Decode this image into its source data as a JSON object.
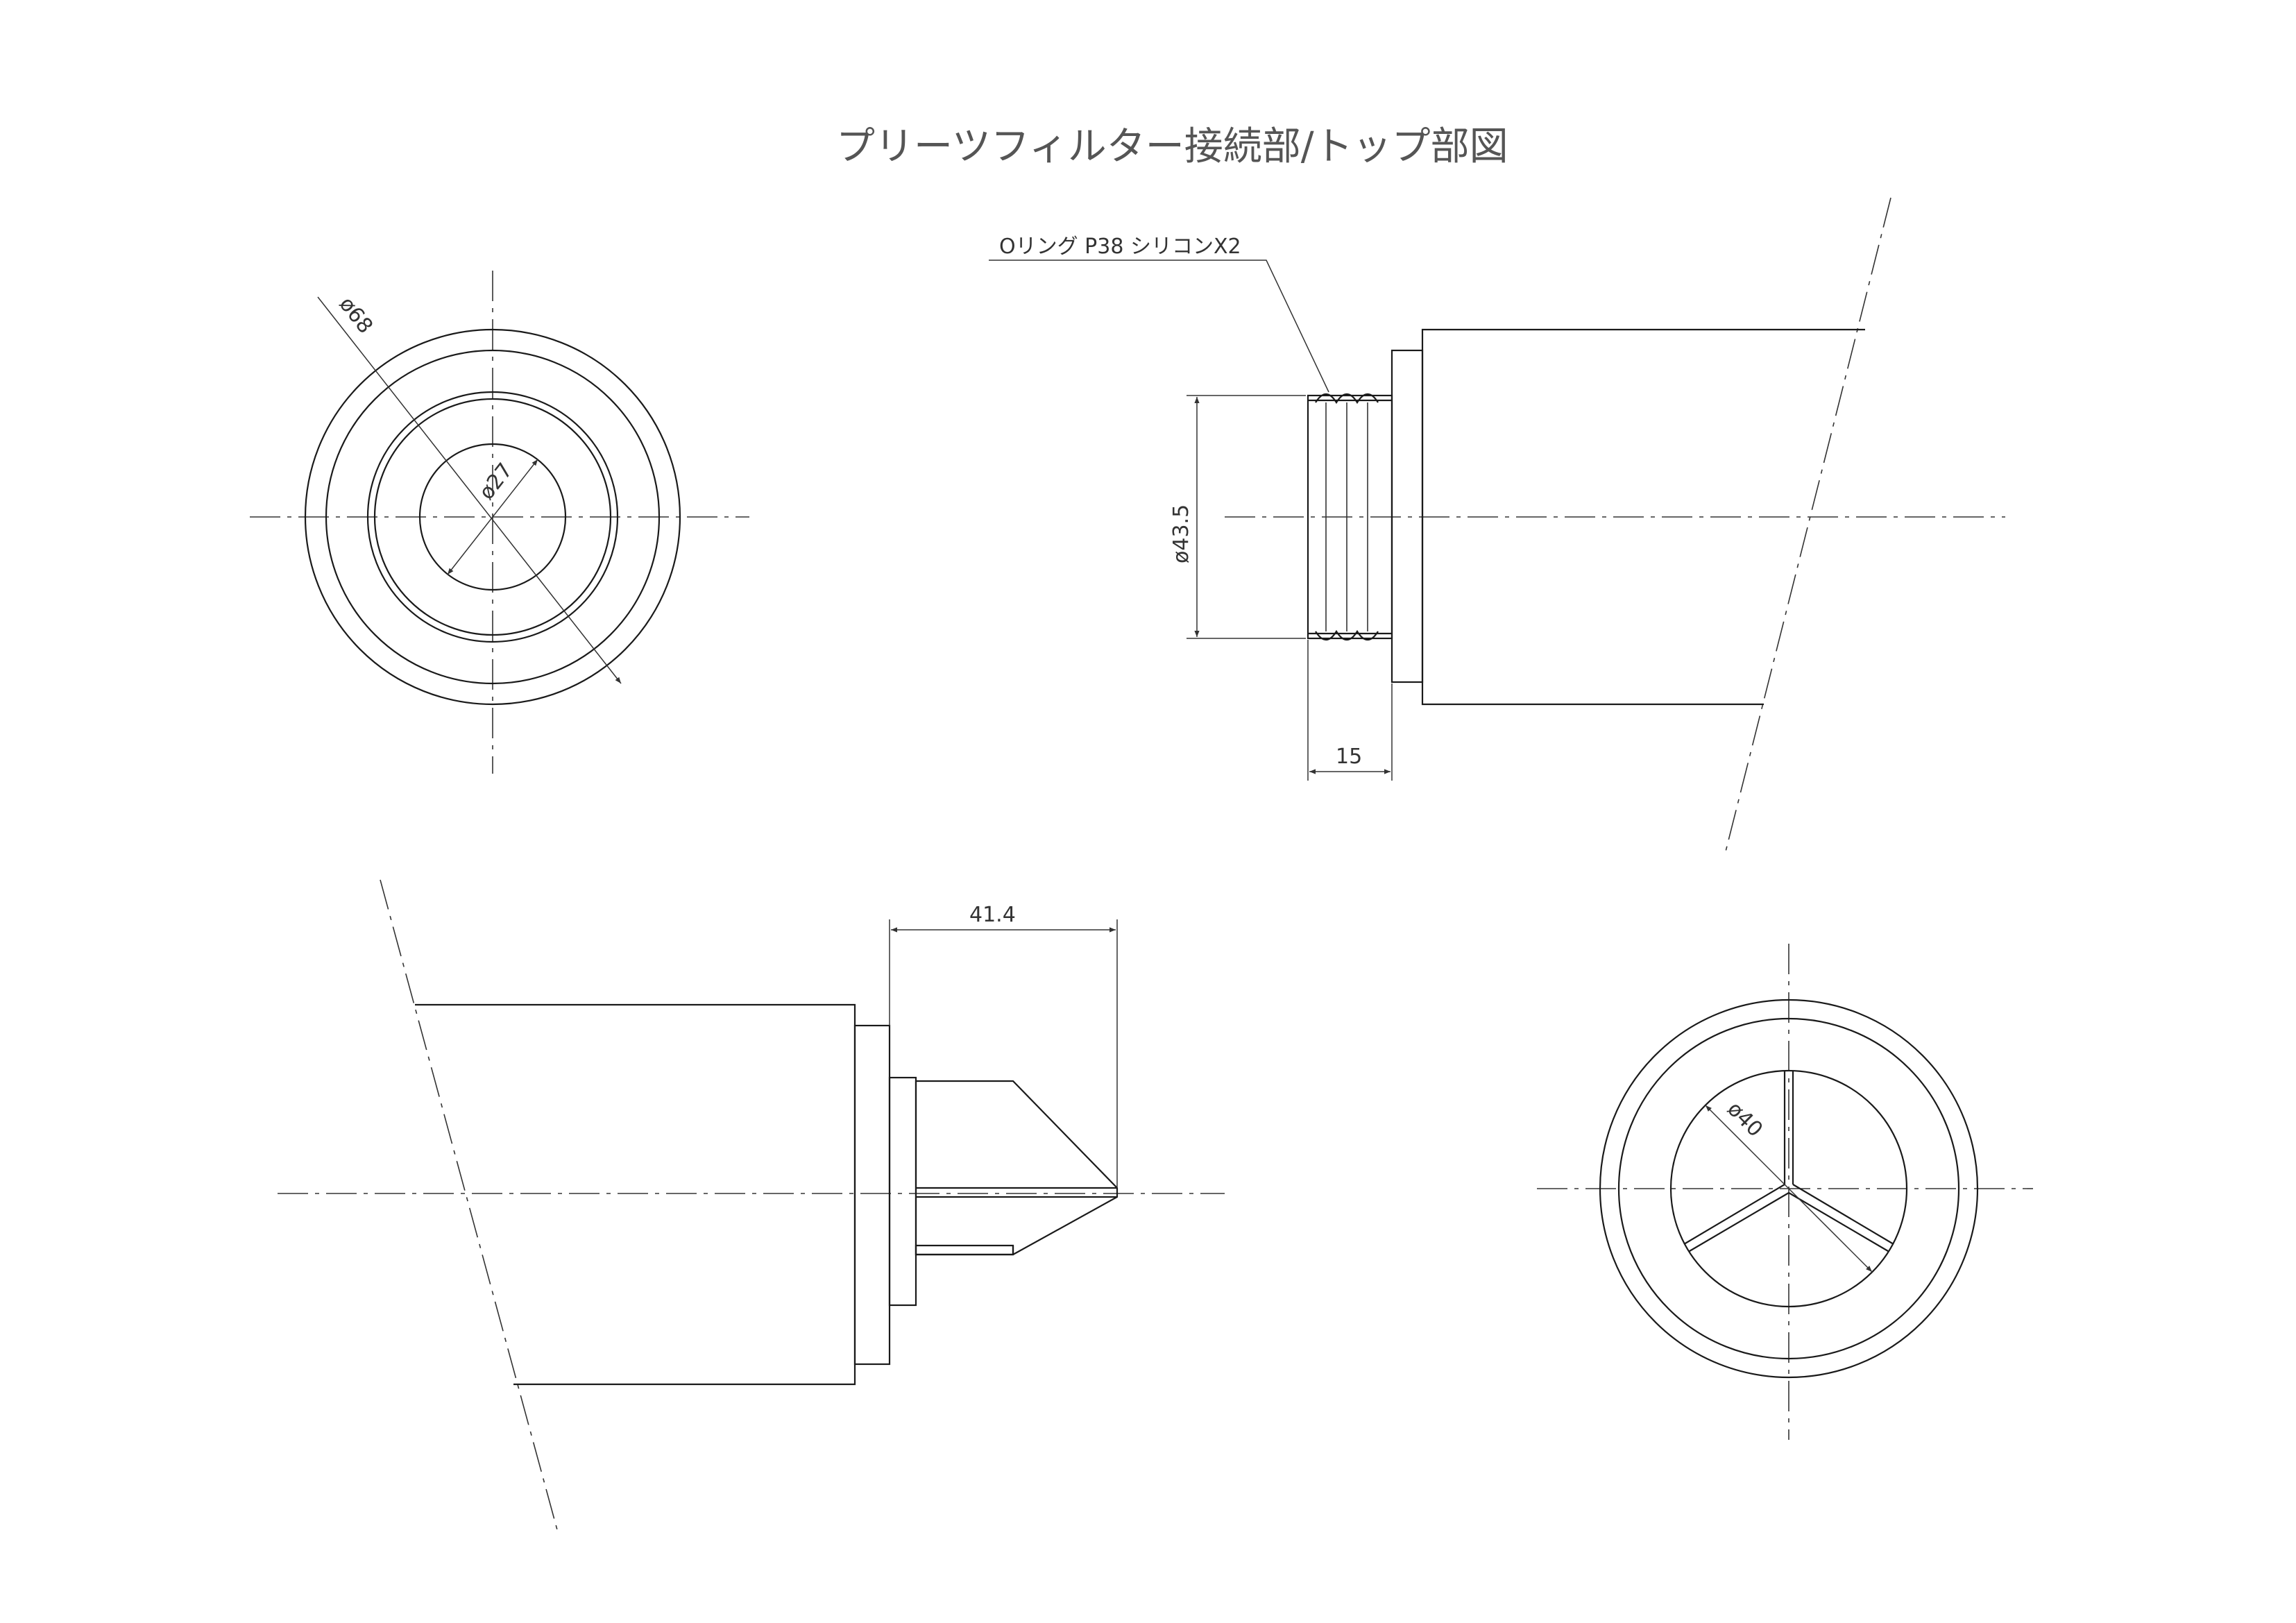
{
  "title": "プリーツフィルター接続部/トップ部図",
  "callout": "Oリング P38 シリコンX2",
  "dimensions": {
    "outer_diameter": "ø68",
    "inner_diameter": "ø27",
    "neck_diameter": "ø43.5",
    "neck_length": "15",
    "tip_length": "41.4",
    "top_bore_diameter": "ø40"
  }
}
